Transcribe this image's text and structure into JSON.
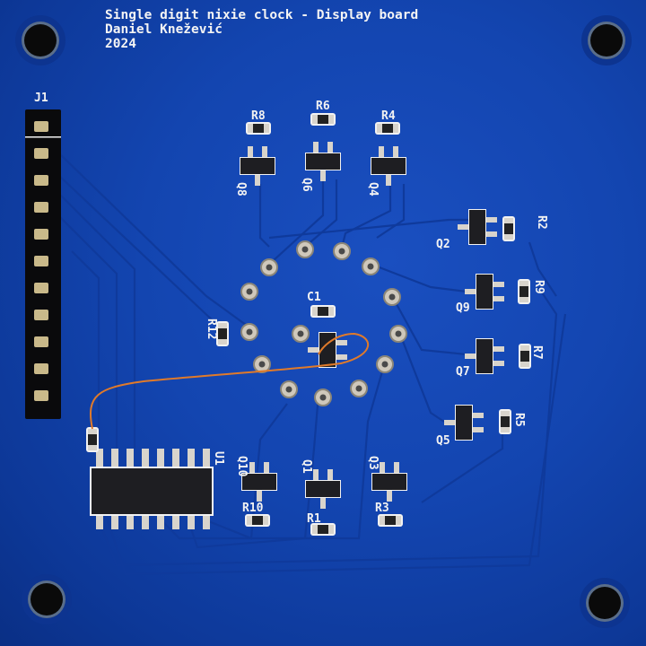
{
  "board_text": {
    "line1": "Single digit nixie clock - Display board",
    "line2": "Daniel Knežević",
    "line3": "2024"
  },
  "designators": {
    "J1": "J1",
    "R8": "R8",
    "R6": "R6",
    "R4": "R4",
    "Q8": "Q8",
    "Q6": "Q6",
    "Q4": "Q4",
    "R2": "R2",
    "Q2": "Q2",
    "R9": "R9",
    "Q9": "Q9",
    "R7": "R7",
    "Q7": "Q7",
    "R5": "R5",
    "Q5": "Q5",
    "C1": "C1",
    "R12": "R12",
    "U1": "U1",
    "Q10": "Q10",
    "Q1": "Q1",
    "Q3": "Q3",
    "R10": "R10",
    "R1": "R1",
    "R3": "R3"
  },
  "colors": {
    "solder_mask": "#1345b0",
    "silkscreen": "#f2f2f2",
    "pad": "#d8d4cc",
    "component_body": "#1e1e22",
    "jumper_wire": "#e07a2a",
    "mounting_hole": "#0a0a0a"
  }
}
